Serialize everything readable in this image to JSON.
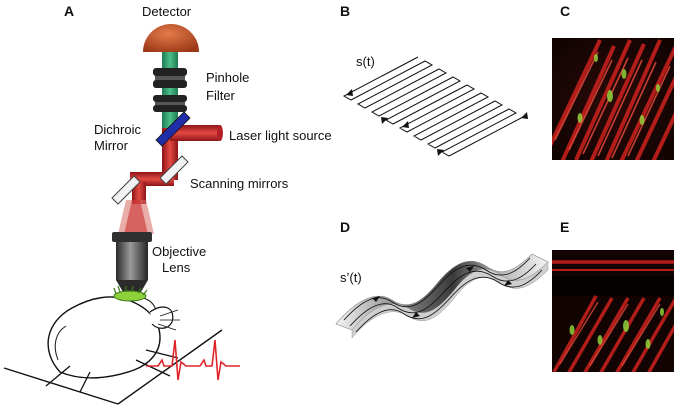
{
  "panels": {
    "a": "A",
    "b": "B",
    "c": "C",
    "d": "D",
    "e": "E"
  },
  "labels": {
    "detector": "Detector",
    "pinhole_line1": "Pinhole",
    "pinhole_line2": "Filter",
    "dichroic_line1": "Dichroic",
    "dichroic_line2": "Mirror",
    "laser": "Laser light source",
    "scanning": "Scanning mirrors",
    "objective_line1": "Objective",
    "objective_line2": "Lens",
    "scan_path_flat": "s(t)",
    "scan_path_wavy": "s’(t)"
  },
  "colors": {
    "detector": "#c0562b",
    "beam_detection": "#2f9a6a",
    "beam_laser": "#c8262a",
    "dichroic": "#1f2ea8",
    "ecg_trace": "#e0252a",
    "tissue_red": "#c4201c",
    "tissue_green": "#8fd13a"
  }
}
